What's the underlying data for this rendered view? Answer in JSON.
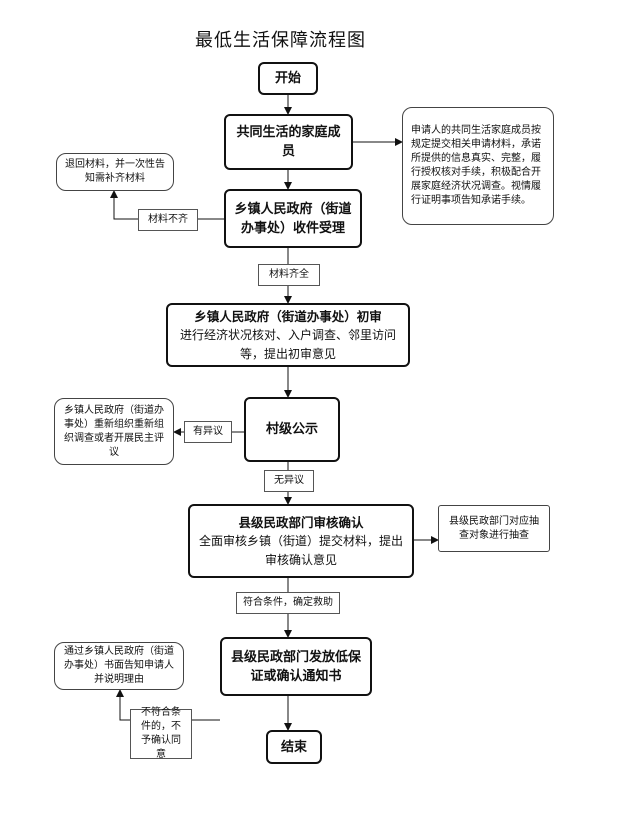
{
  "title": "最低生活保障流程图",
  "nodes": {
    "start": "开始",
    "family": "共同生活的家庭成员",
    "receive": "乡镇人民政府（街道办事处）收件受理",
    "review_title": "乡镇人民政府（街道办事处）初审",
    "review_desc": "进行经济状况核对、入户调查、邻里访问等，提出初审意见",
    "publicity": "村级公示",
    "county_title": "县级民政部门审核确认",
    "county_desc": "全面审核乡镇（街道）提交材料，提出审核确认意见",
    "issue": "县级民政部门发放低保证或确认通知书",
    "end": "结束"
  },
  "notes": {
    "applicant": "申请人的共同生活家庭成员按规定提交相关申请材料，承诺所提供的信息真实、完整，履行授权核对手续，积极配合开展家庭经济状况调查。视情履行证明事项告知承诺手续。",
    "return_materials": "退回材料，并一次性告知需补齐材料",
    "reinvestigate": "乡镇人民政府（街道办事处）重新组织重新组织调查或者开展民主评议",
    "spot_check": "县级民政部门对应抽查对象进行抽查",
    "notify_reason": "通过乡镇人民政府（街道办事处）书面告知申请人并说明理由"
  },
  "edge_labels": {
    "incomplete": "材料不齐",
    "complete": "材料齐全",
    "objection": "有异议",
    "no_objection": "无异议",
    "qualified": "符合条件，确定救助",
    "not_qualified": "不符合条件的，不予确认同意"
  }
}
